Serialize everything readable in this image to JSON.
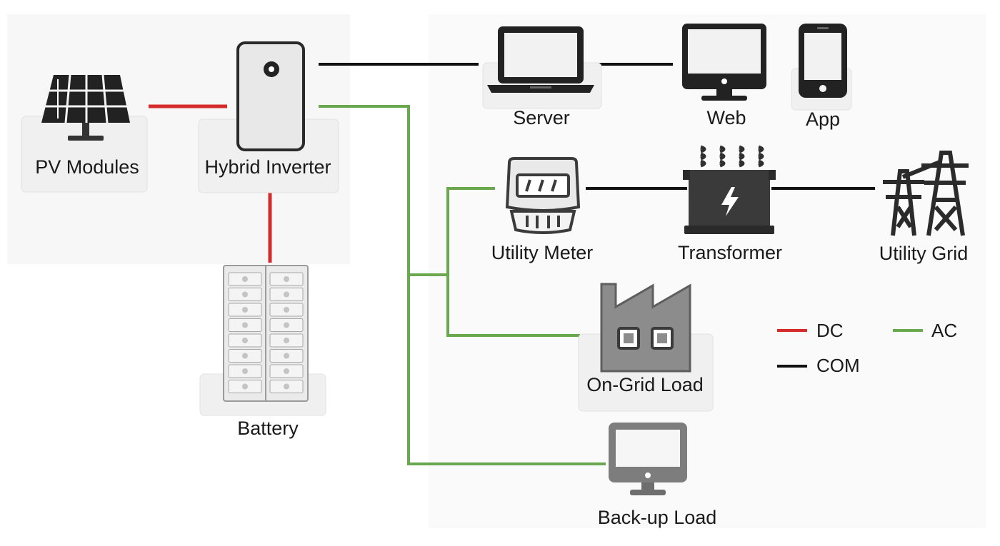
{
  "colors": {
    "dc": "#d62b2b",
    "ac": "#6aa84f",
    "com": "#111111",
    "icon_dark": "#3a3a3a",
    "icon_mid": "#8c8c8c",
    "platform": "#f0f0f0"
  },
  "nodes": {
    "pv_modules": {
      "label": "PV Modules",
      "icon": "solar-panel-icon"
    },
    "hybrid_inverter": {
      "label": "Hybrid Inverter",
      "icon": "inverter-icon"
    },
    "battery": {
      "label": "Battery",
      "icon": "battery-rack-icon"
    },
    "server": {
      "label": "Server",
      "icon": "laptop-icon"
    },
    "web": {
      "label": "Web",
      "icon": "monitor-icon"
    },
    "app": {
      "label": "App",
      "icon": "smartphone-icon"
    },
    "utility_meter": {
      "label": "Utility Meter",
      "icon": "meter-icon"
    },
    "transformer": {
      "label": "Transformer",
      "icon": "transformer-icon"
    },
    "utility_grid": {
      "label": "Utility Grid",
      "icon": "power-pylon-icon"
    },
    "on_grid_load": {
      "label": "On-Grid Load",
      "icon": "factory-icon"
    },
    "backup_load": {
      "label": "Back-up Load",
      "icon": "display-icon"
    }
  },
  "legend": {
    "dc": "DC",
    "ac": "AC",
    "com": "COM"
  }
}
